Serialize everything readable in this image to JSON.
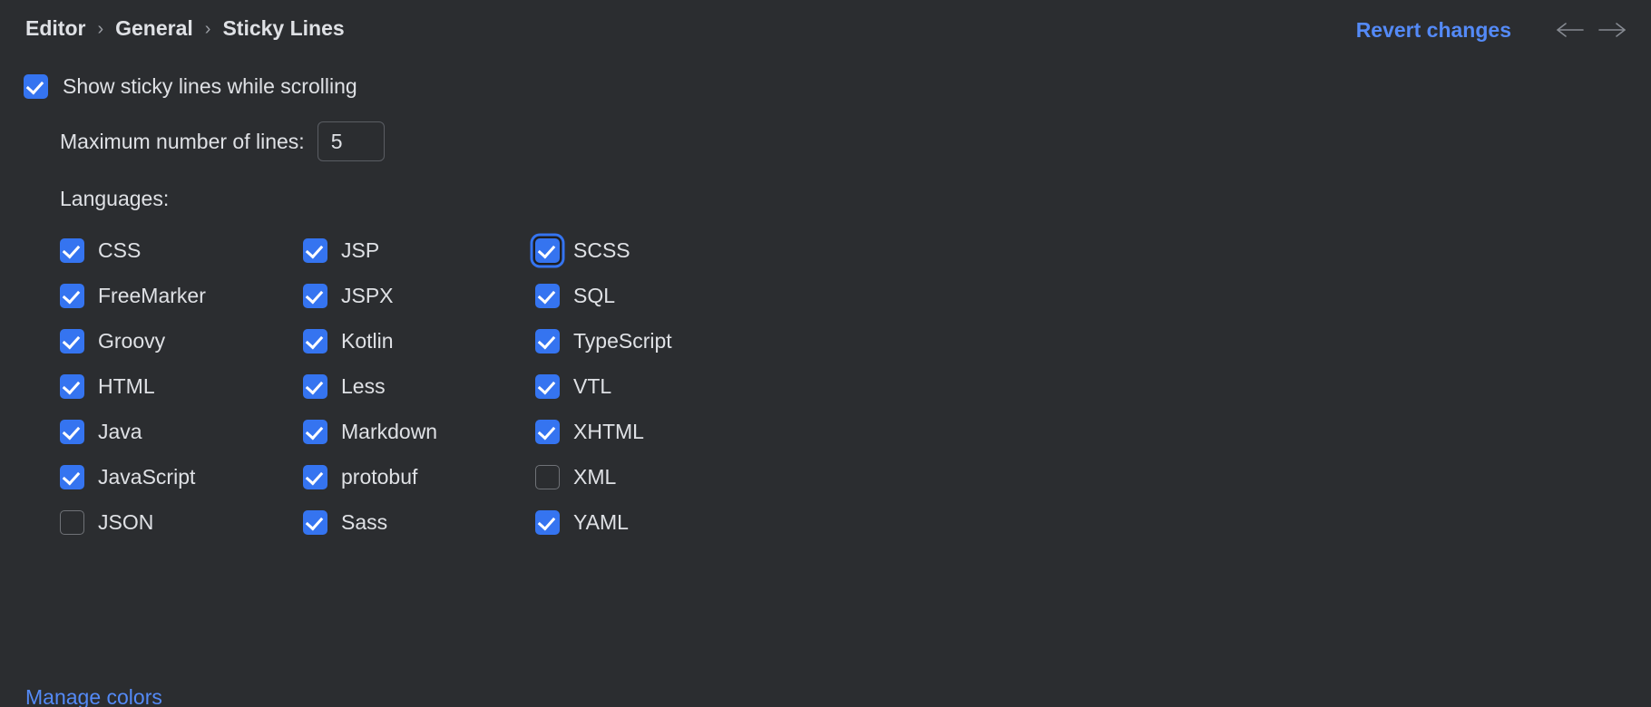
{
  "header": {
    "breadcrumb": [
      "Editor",
      "General",
      "Sticky Lines"
    ],
    "separator": "›",
    "revert_label": "Revert changes",
    "back_icon": "arrow-left-icon",
    "forward_icon": "arrow-right-icon"
  },
  "settings": {
    "show_sticky": {
      "label": "Show sticky lines while scrolling",
      "checked": true
    },
    "max_lines": {
      "label": "Maximum number of lines:",
      "value": "5"
    },
    "languages_label": "Languages:"
  },
  "languages": {
    "column1": [
      {
        "label": "CSS",
        "checked": true,
        "focused": false
      },
      {
        "label": "FreeMarker",
        "checked": true,
        "focused": false
      },
      {
        "label": "Groovy",
        "checked": true,
        "focused": false
      },
      {
        "label": "HTML",
        "checked": true,
        "focused": false
      },
      {
        "label": "Java",
        "checked": true,
        "focused": false
      },
      {
        "label": "JavaScript",
        "checked": true,
        "focused": false
      },
      {
        "label": "JSON",
        "checked": false,
        "focused": false
      }
    ],
    "column2": [
      {
        "label": "JSP",
        "checked": true,
        "focused": false
      },
      {
        "label": "JSPX",
        "checked": true,
        "focused": false
      },
      {
        "label": "Kotlin",
        "checked": true,
        "focused": false
      },
      {
        "label": "Less",
        "checked": true,
        "focused": false
      },
      {
        "label": "Markdown",
        "checked": true,
        "focused": false
      },
      {
        "label": "protobuf",
        "checked": true,
        "focused": false
      },
      {
        "label": "Sass",
        "checked": true,
        "focused": false
      }
    ],
    "column3": [
      {
        "label": "SCSS",
        "checked": true,
        "focused": true
      },
      {
        "label": "SQL",
        "checked": true,
        "focused": false
      },
      {
        "label": "TypeScript",
        "checked": true,
        "focused": false
      },
      {
        "label": "VTL",
        "checked": true,
        "focused": false
      },
      {
        "label": "XHTML",
        "checked": true,
        "focused": false
      },
      {
        "label": "XML",
        "checked": false,
        "focused": false
      },
      {
        "label": "YAML",
        "checked": true,
        "focused": false
      }
    ]
  },
  "footer": {
    "manage_colors_label": "Manage colors"
  },
  "colors": {
    "background": "#2b2d30",
    "text": "#dfe1e5",
    "accent_link": "#548af7",
    "checkbox_on": "#3574f0",
    "checkbox_border": "#6f7277"
  }
}
